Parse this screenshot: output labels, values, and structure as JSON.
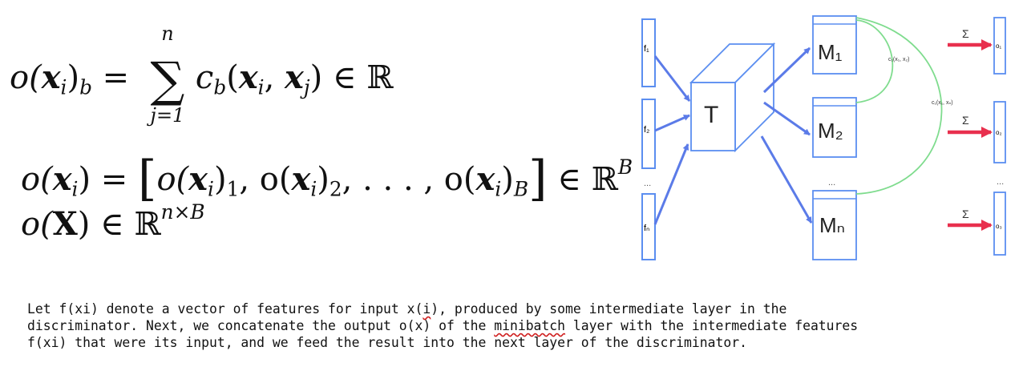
{
  "equations": {
    "eq1": {
      "lhs": "o(",
      "lhs_var": "x",
      "lhs_sub": "i",
      "lhs_tail": ")",
      "lhs_sub2": "b",
      "equals": " = ",
      "sum_symbol": "∑",
      "sum_upper": "n",
      "sum_lower": "j=1",
      "term": "c",
      "term_sub": "b",
      "args": "(",
      "arg1": "x",
      "arg1_sub": "i",
      "comma": ", ",
      "arg2": "x",
      "arg2_sub": "j",
      "close": ") ∈ ℝ"
    },
    "eq2": {
      "lhs": "o(",
      "lhs_var": "x",
      "lhs_sub": "i",
      "lhs_close": ") = ",
      "open": "[",
      "item1": "o(",
      "item1_var": "x",
      "item1_sub": "i",
      "item1_close": ")",
      "item1_idx": "1",
      "sep1": ", o(",
      "item2_var": "x",
      "item2_sub": "i",
      "item2_close": ")",
      "item2_idx": "2",
      "dots": ", . . . , o(",
      "itemB_var": "x",
      "itemB_sub": "i",
      "itemB_close": ")",
      "itemB_idx": "B",
      "close": "]",
      "in": " ∈ ℝ",
      "sup": "B"
    },
    "eq3": {
      "lhs": "o(",
      "var": "X",
      "close": ") ∈ ℝ",
      "sup": "n×B"
    }
  },
  "diagram": {
    "features": [
      "f₁",
      "f₂",
      "...",
      "fₙ"
    ],
    "tensor_label": "T",
    "matrices": [
      "M₁",
      "M₂",
      "...",
      "Mₙ"
    ],
    "similarity_labels": [
      "c₁(x₁, x₂)",
      "c₁(x₁, xₙ)"
    ],
    "sum_symbol": "Σ",
    "outputs": [
      "o₁",
      "o₂",
      "...",
      "o₃"
    ],
    "colors": {
      "box_blue": "#5b8ef0",
      "arrow_blue": "#5b7be8",
      "arrow_red": "#e8304e",
      "arc_green": "#7fdc8e"
    }
  },
  "caption": {
    "line1": "Let f(xi) denote a vector of features for input x(i), produced by some intermediate layer in the",
    "line2_a": "discriminator. Next, we concatenate the output o(x) of the ",
    "line2_b": "minibatch",
    "line2_c": " layer with the intermediate features",
    "line3": "f(xi) that were its input, and we feed the result into the next layer of the discriminator.",
    "squiggle_word": "i"
  }
}
